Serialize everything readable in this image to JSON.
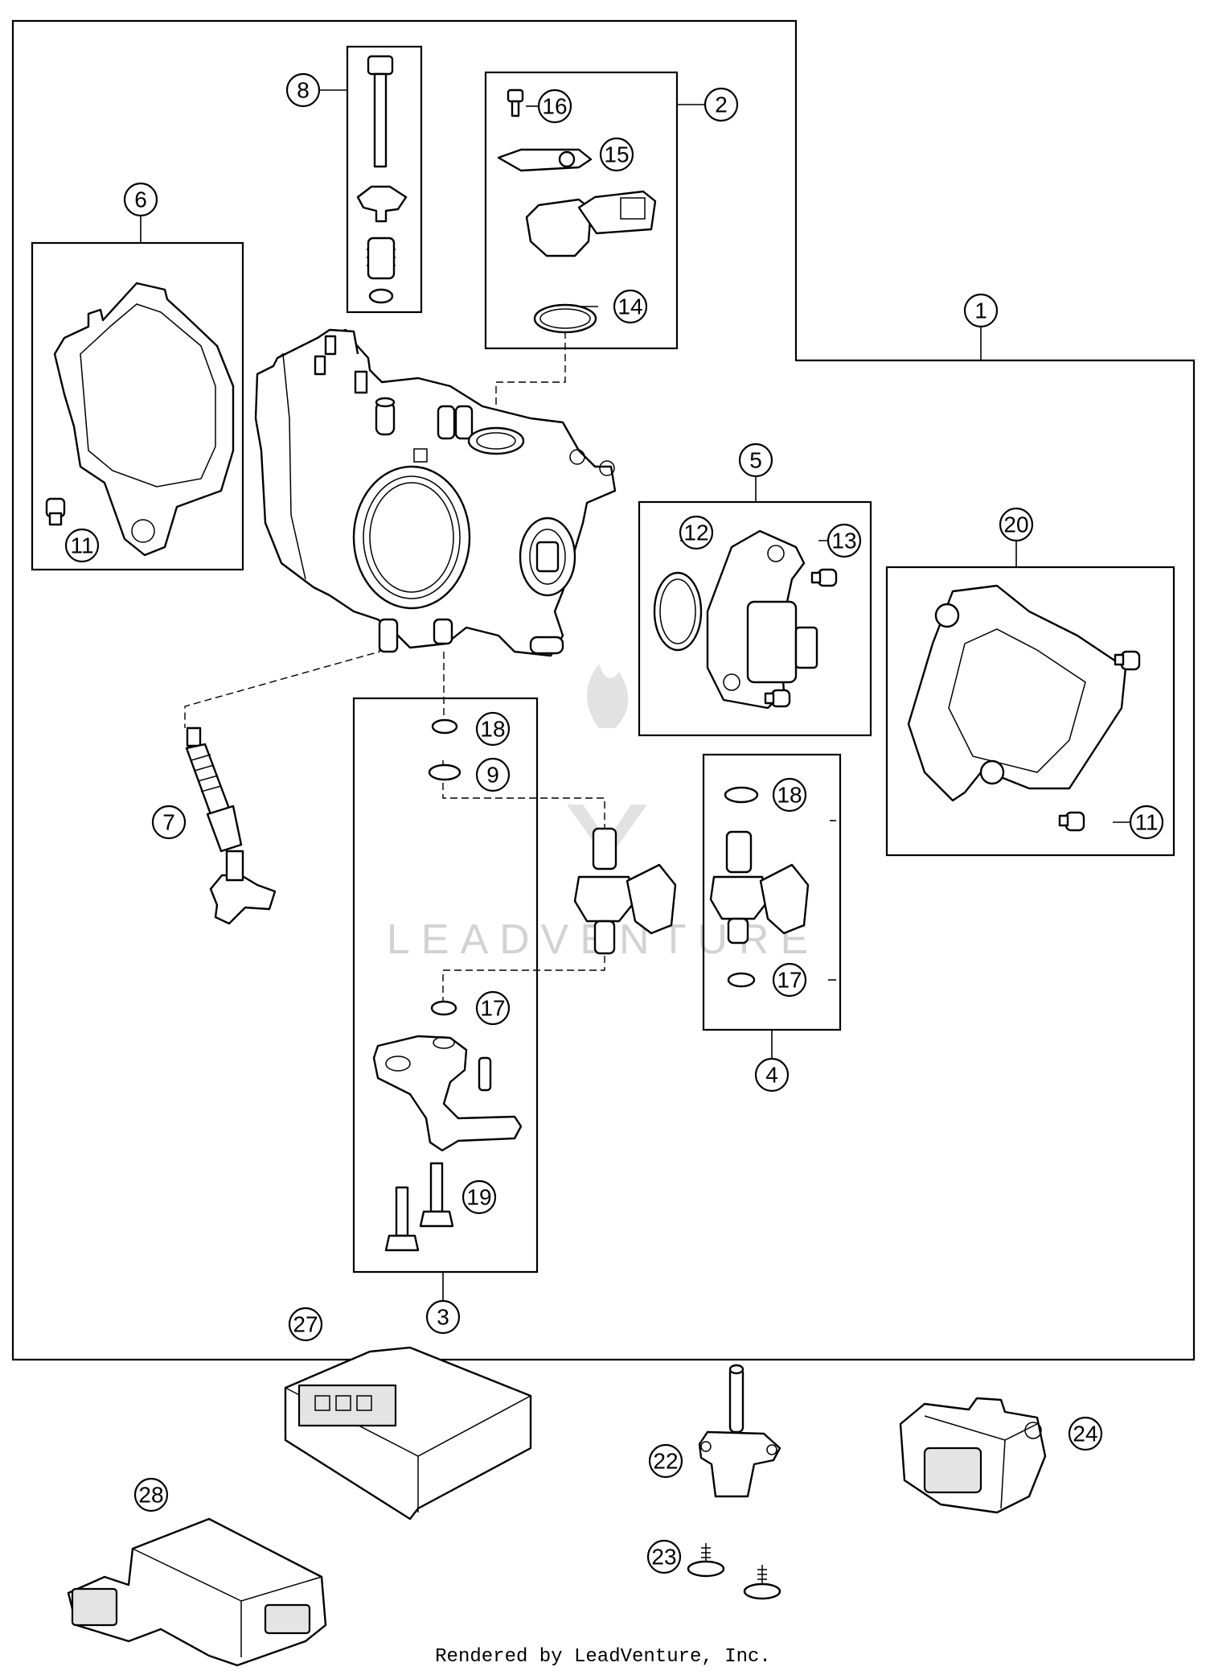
{
  "callouts": [
    {
      "id": "c1",
      "label": "1"
    },
    {
      "id": "c2",
      "label": "2"
    },
    {
      "id": "c3",
      "label": "3"
    },
    {
      "id": "c4",
      "label": "4"
    },
    {
      "id": "c5",
      "label": "5"
    },
    {
      "id": "c6",
      "label": "6"
    },
    {
      "id": "c7",
      "label": "7"
    },
    {
      "id": "c8",
      "label": "8"
    },
    {
      "id": "c9",
      "label": "9"
    },
    {
      "id": "c11a",
      "label": "11"
    },
    {
      "id": "c11b",
      "label": "11"
    },
    {
      "id": "c12",
      "label": "12"
    },
    {
      "id": "c13",
      "label": "13"
    },
    {
      "id": "c14",
      "label": "14"
    },
    {
      "id": "c15",
      "label": "15"
    },
    {
      "id": "c16",
      "label": "16"
    },
    {
      "id": "c17a",
      "label": "17"
    },
    {
      "id": "c17b",
      "label": "17"
    },
    {
      "id": "c18a",
      "label": "18"
    },
    {
      "id": "c18b",
      "label": "18"
    },
    {
      "id": "c19",
      "label": "19"
    },
    {
      "id": "c20",
      "label": "20"
    },
    {
      "id": "c22",
      "label": "22"
    },
    {
      "id": "c23",
      "label": "23"
    },
    {
      "id": "c24",
      "label": "24"
    },
    {
      "id": "c27",
      "label": "27"
    },
    {
      "id": "c28",
      "label": "28"
    }
  ],
  "watermark": "LEADVENTURE",
  "credit": "Rendered by LeadVenture, Inc."
}
